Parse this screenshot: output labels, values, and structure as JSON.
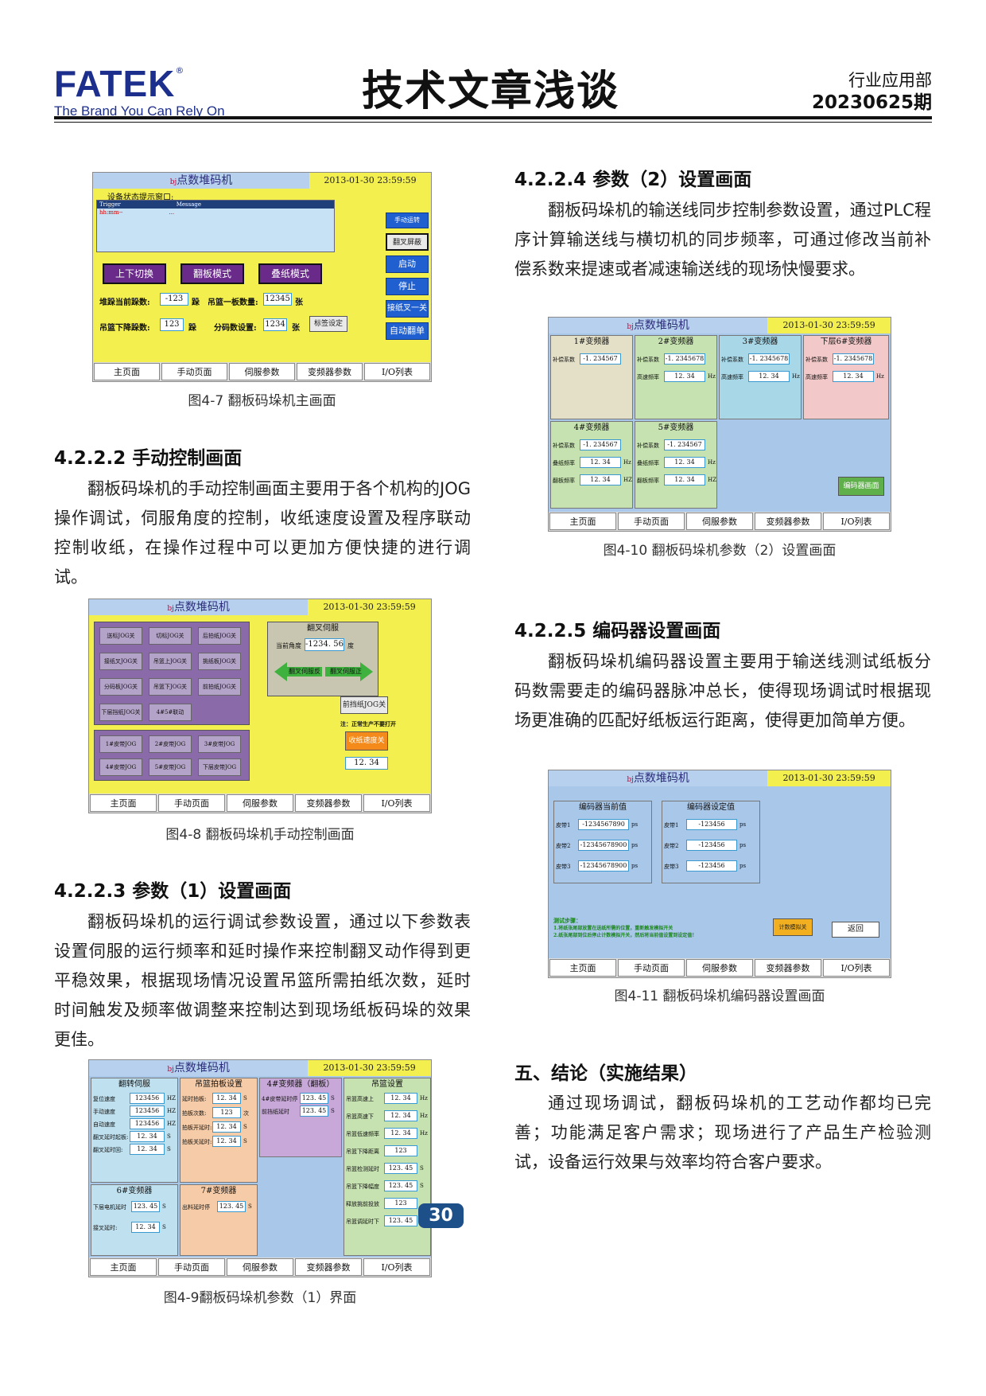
{
  "header": {
    "brand": "FATEK",
    "reg": "®",
    "slogan": "The Brand You Can Rely On",
    "title": "技术文章浅谈",
    "dept": "行业应用部",
    "issue": "20230625期"
  },
  "hmi_common": {
    "title_prefix": "bj",
    "title": "点数堆码机",
    "datetime": "2013-01-30 23:59:59",
    "nav": [
      "主页面",
      "手动页面",
      "伺服参数",
      "变频器参数",
      "I/O列表"
    ]
  },
  "fig7": {
    "status_label": "设备状态提示窗口:",
    "col_trigger": "Trigger",
    "col_message": "Message",
    "row_a": "hh:mm--",
    "row_b": "...",
    "btn_updown": "上下切换",
    "btn_flip": "翻板模式",
    "btn_stack": "叠纸模式",
    "btn_manual": "手动运转",
    "btn_fork": "翻叉屏蔽",
    "btn_start": "启动",
    "btn_stop": "停止",
    "btn_fork_close": "接纸叉一关",
    "btn_auto": "自动翻单",
    "l_stack": "堆跺当前跺数:",
    "v_stack": "-123",
    "u_stack": "跺",
    "l_board": "吊篮一板数量:",
    "v_board": "12345",
    "u_board": "张",
    "l_down": "吊篮下降跺数:",
    "v_down": "123",
    "u_down": "跺",
    "l_split": "分码数设置:",
    "v_split": "1234",
    "u_split": "张",
    "btn_label": "标签设定",
    "caption": "图4-7 翻板码垛机主画面"
  },
  "s2222": {
    "heading": "4.2.2.2 手动控制画面",
    "text": "翻板码垛机的手动控制画面主要用于各个机构的JOG操作调试，伺服角度的控制，收纸速度设置及程序联动控制收纸，在操作过程中可以更加方便快捷的进行调试。"
  },
  "fig8": {
    "jog": [
      "送标JOG关",
      "切标JOG关",
      "后拍纸JOG关",
      "接纸叉JOG关",
      "吊篮上JOG关",
      "挑纸板JOG关",
      "分码板JOG关",
      "吊篮下JOG关",
      "前拍纸JOG关",
      "下层挡纸JOG关",
      "4#5#联动"
    ],
    "belt": [
      "1#皮带JOG",
      "2#皮带JOG",
      "3#皮带JOG",
      "4#皮带JOG",
      "5#皮带JOG",
      "下层皮带JOG"
    ],
    "servo_title": "翻叉伺服",
    "l_angle": "当前角度",
    "v_angle": "-1234. 56",
    "u_angle": "度",
    "btn_rev": "翻叉伺服反",
    "btn_fwd": "翻叉伺服正",
    "btn_front": "前挡纸JOG关",
    "note": "注：正常生产不要打开",
    "btn_speed": "收纸速度关",
    "v_speed": "12. 34",
    "caption": "图4-8 翻板码垛机手动控制画面"
  },
  "s2223": {
    "heading": "4.2.2.3 参数（1）设置画面",
    "text": "翻板码垛机的运行调试参数设置，通过以下参数表设置伺服的运行频率和延时操作来控制翻叉动作得到更平稳效果，根据现场情况设置吊篮所需拍纸次数，延时时间触发及频率做调整来控制达到现场纸板码垛的效果更佳。"
  },
  "fig9": {
    "p1_title": "翻转伺服",
    "p1_rows": [
      {
        "l": "复位速度",
        "v": "123456",
        "u": "HZ"
      },
      {
        "l": "手动速度",
        "v": "123456",
        "u": "HZ"
      },
      {
        "l": "自动速度",
        "v": "123456",
        "u": "HZ"
      },
      {
        "l": "翻叉延时起板:",
        "v": "12. 34",
        "u": "S"
      },
      {
        "l": "翻叉延时回:",
        "v": "12. 34",
        "u": "S"
      }
    ],
    "p2_title": "吊篮拍板设置",
    "p2_rows": [
      {
        "l": "延时拍板:",
        "v": "12. 34",
        "u": "S"
      },
      {
        "l": "拍板次数:",
        "v": "123",
        "u": "次"
      },
      {
        "l": "拍板开延时:",
        "v": "12. 34",
        "u": "S"
      },
      {
        "l": "拍板关延时:",
        "v": "12. 34",
        "u": "S"
      }
    ],
    "p3_title": "4#变频器（翻板）",
    "p3_rows": [
      {
        "l": "4#皮带延时停",
        "v": "123. 45",
        "u": "S"
      },
      {
        "l": "前挡纸延时",
        "v": "123. 45",
        "u": "S"
      }
    ],
    "p4_title": "吊篮设置",
    "p4_rows": [
      {
        "l": "吊篮高速上",
        "v": "12. 34",
        "u": "Hz"
      },
      {
        "l": "吊篮高速下",
        "v": "12. 34",
        "u": "Hz"
      },
      {
        "l": "吊篮低速频率",
        "v": "12. 34",
        "u": "Hz"
      },
      {
        "l": "吊篮下降距离",
        "v": "123",
        "u": ""
      },
      {
        "l": "吊篮检测延时",
        "v": "123. 45",
        "u": "S"
      },
      {
        "l": "吊篮下降幅度",
        "v": "123. 45",
        "u": "S"
      },
      {
        "l": "释放挑前投放",
        "v": "123",
        "u": ""
      },
      {
        "l": "吊篮调延时下",
        "v": "123. 45",
        "u": "S"
      }
    ],
    "p5_title": "6#变频器",
    "p5_rows": [
      {
        "l": "下层电机延时",
        "v": "123. 45",
        "u": "S"
      },
      {
        "l": "接叉延时:",
        "v": "12. 34",
        "u": "S"
      }
    ],
    "p6_title": "7#变频器",
    "p6_rows": [
      {
        "l": "出料延时停",
        "v": "123. 45",
        "u": "S"
      }
    ],
    "caption": "图4-9翻板码垛机参数（1）界面"
  },
  "s2224": {
    "heading": "4.2.2.4 参数（2）设置画面",
    "text": "翻板码垛机的输送线同步控制参数设置，通过PLC程序计算输送线与横切机的同步频率，可通过修改当前补偿系数来提速或者减速输送线的现场快慢要求。"
  },
  "fig10": {
    "boxes": [
      {
        "title": "1#变频器",
        "rows": [
          {
            "l": "补偿系数",
            "v": "-1. 234567",
            "u": ""
          }
        ]
      },
      {
        "title": "2#变频器",
        "rows": [
          {
            "l": "补偿系数",
            "v": "-1. 2345678",
            "u": ""
          },
          {
            "l": "高速频率",
            "v": "12. 34",
            "u": "Hz"
          }
        ]
      },
      {
        "title": "3#变频器",
        "rows": [
          {
            "l": "补偿系数",
            "v": "-1. 2345678",
            "u": ""
          },
          {
            "l": "高速频率",
            "v": "12. 34",
            "u": "Hz"
          }
        ]
      },
      {
        "title": "下层6#变频器",
        "rows": [
          {
            "l": "补偿系数",
            "v": "-1. 2345678",
            "u": ""
          },
          {
            "l": "高速频率",
            "v": "12. 34",
            "u": "Hz"
          }
        ]
      },
      {
        "title": "4#变频器",
        "rows": [
          {
            "l": "补偿系数",
            "v": "-1. 234567",
            "u": ""
          },
          {
            "l": "叠纸频率",
            "v": "12. 34",
            "u": "Hz"
          },
          {
            "l": "翻板频率",
            "v": "12. 34",
            "u": "HZ"
          }
        ]
      },
      {
        "title": "5#变频器",
        "rows": [
          {
            "l": "补偿系数",
            "v": "-1. 234567",
            "u": ""
          },
          {
            "l": "叠纸频率",
            "v": "12. 34",
            "u": "Hz"
          },
          {
            "l": "翻板频率",
            "v": "12. 34",
            "u": "HZ"
          }
        ]
      }
    ],
    "btn_encoder": "编码器画面",
    "caption": "图4-10 翻板码垛机参数（2）设置画面"
  },
  "s2225": {
    "heading": "4.2.2.5 编码器设置画面",
    "text": "翻板码垛机编码器设置主要用于输送线测试纸板分码数需要走的编码器脉冲总长，使得现场调试时根据现场更准确的匹配好纸板运行距离，使得更加简单方便。"
  },
  "fig11": {
    "p1_title": "编码器当前值",
    "p1_rows": [
      {
        "l": "皮带1",
        "v": "-1234567890",
        "u": "ps"
      },
      {
        "l": "皮带2",
        "v": "-12345678900",
        "u": "ps"
      },
      {
        "l": "皮带3",
        "v": "-12345678900",
        "u": "ps"
      }
    ],
    "p2_title": "编码器设定值",
    "p2_rows": [
      {
        "l": "皮带1",
        "v": "-123456",
        "u": "ps"
      },
      {
        "l": "皮带2",
        "v": "-123456",
        "u": "ps"
      },
      {
        "l": "皮带3",
        "v": "-123456",
        "u": "ps"
      }
    ],
    "steps_title": "测试步骤：",
    "step1": "1.将纸张尾部放置在送纸所需的位置，重新触发模拟开关",
    "step2": "2.纸张尾部到位后停止计数模拟开关，然后将当前值设置到设定值！",
    "btn_sim": "计数模拟关",
    "btn_back": "返回",
    "caption": "图4-11 翻板码垛机编码器设置画面"
  },
  "s5": {
    "heading": "五、结论（实施结果）",
    "text": "通过现场调试，翻板码垛机的工艺动作都均已完善；功能满足客户需求；现场进行了产品生产检验测试，设备运行效果与效率均符合客户要求。"
  },
  "page_number": "30"
}
